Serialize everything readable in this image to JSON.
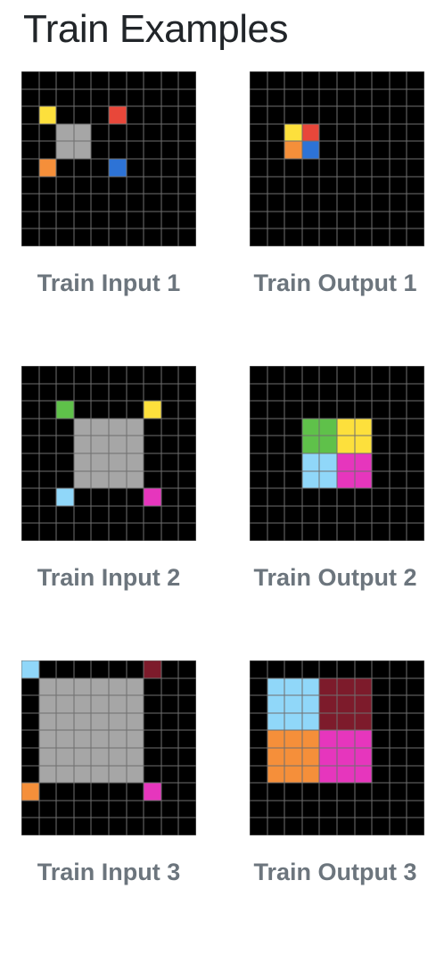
{
  "title": "Train Examples",
  "palette": {
    "0": "#000000",
    "3": "#5fc14a",
    "4": "#fde03c",
    "5": "#a6a6a6",
    "2": "#e8473a",
    "1": "#2d73d6",
    "6": "#e636bd",
    "7": "#f58f3a",
    "8": "#90d7f9",
    "9": "#7d1b2b"
  },
  "examples": [
    {
      "input_label": "Train Input 1",
      "output_label": "Train Output 1",
      "input": [
        [
          0,
          0,
          0,
          0,
          0,
          0,
          0,
          0,
          0,
          0
        ],
        [
          0,
          0,
          0,
          0,
          0,
          0,
          0,
          0,
          0,
          0
        ],
        [
          0,
          4,
          0,
          0,
          0,
          2,
          0,
          0,
          0,
          0
        ],
        [
          0,
          0,
          5,
          5,
          0,
          0,
          0,
          0,
          0,
          0
        ],
        [
          0,
          0,
          5,
          5,
          0,
          0,
          0,
          0,
          0,
          0
        ],
        [
          0,
          7,
          0,
          0,
          0,
          1,
          0,
          0,
          0,
          0
        ],
        [
          0,
          0,
          0,
          0,
          0,
          0,
          0,
          0,
          0,
          0
        ],
        [
          0,
          0,
          0,
          0,
          0,
          0,
          0,
          0,
          0,
          0
        ],
        [
          0,
          0,
          0,
          0,
          0,
          0,
          0,
          0,
          0,
          0
        ],
        [
          0,
          0,
          0,
          0,
          0,
          0,
          0,
          0,
          0,
          0
        ]
      ],
      "output": [
        [
          0,
          0,
          0,
          0,
          0,
          0,
          0,
          0,
          0,
          0
        ],
        [
          0,
          0,
          0,
          0,
          0,
          0,
          0,
          0,
          0,
          0
        ],
        [
          0,
          0,
          0,
          0,
          0,
          0,
          0,
          0,
          0,
          0
        ],
        [
          0,
          0,
          4,
          2,
          0,
          0,
          0,
          0,
          0,
          0
        ],
        [
          0,
          0,
          7,
          1,
          0,
          0,
          0,
          0,
          0,
          0
        ],
        [
          0,
          0,
          0,
          0,
          0,
          0,
          0,
          0,
          0,
          0
        ],
        [
          0,
          0,
          0,
          0,
          0,
          0,
          0,
          0,
          0,
          0
        ],
        [
          0,
          0,
          0,
          0,
          0,
          0,
          0,
          0,
          0,
          0
        ],
        [
          0,
          0,
          0,
          0,
          0,
          0,
          0,
          0,
          0,
          0
        ],
        [
          0,
          0,
          0,
          0,
          0,
          0,
          0,
          0,
          0,
          0
        ]
      ]
    },
    {
      "input_label": "Train Input 2",
      "output_label": "Train Output 2",
      "input": [
        [
          0,
          0,
          0,
          0,
          0,
          0,
          0,
          0,
          0,
          0
        ],
        [
          0,
          0,
          0,
          0,
          0,
          0,
          0,
          0,
          0,
          0
        ],
        [
          0,
          0,
          3,
          0,
          0,
          0,
          0,
          4,
          0,
          0
        ],
        [
          0,
          0,
          0,
          5,
          5,
          5,
          5,
          0,
          0,
          0
        ],
        [
          0,
          0,
          0,
          5,
          5,
          5,
          5,
          0,
          0,
          0
        ],
        [
          0,
          0,
          0,
          5,
          5,
          5,
          5,
          0,
          0,
          0
        ],
        [
          0,
          0,
          0,
          5,
          5,
          5,
          5,
          0,
          0,
          0
        ],
        [
          0,
          0,
          8,
          0,
          0,
          0,
          0,
          6,
          0,
          0
        ],
        [
          0,
          0,
          0,
          0,
          0,
          0,
          0,
          0,
          0,
          0
        ],
        [
          0,
          0,
          0,
          0,
          0,
          0,
          0,
          0,
          0,
          0
        ]
      ],
      "output": [
        [
          0,
          0,
          0,
          0,
          0,
          0,
          0,
          0,
          0,
          0
        ],
        [
          0,
          0,
          0,
          0,
          0,
          0,
          0,
          0,
          0,
          0
        ],
        [
          0,
          0,
          0,
          0,
          0,
          0,
          0,
          0,
          0,
          0
        ],
        [
          0,
          0,
          0,
          3,
          3,
          4,
          4,
          0,
          0,
          0
        ],
        [
          0,
          0,
          0,
          3,
          3,
          4,
          4,
          0,
          0,
          0
        ],
        [
          0,
          0,
          0,
          8,
          8,
          6,
          6,
          0,
          0,
          0
        ],
        [
          0,
          0,
          0,
          8,
          8,
          6,
          6,
          0,
          0,
          0
        ],
        [
          0,
          0,
          0,
          0,
          0,
          0,
          0,
          0,
          0,
          0
        ],
        [
          0,
          0,
          0,
          0,
          0,
          0,
          0,
          0,
          0,
          0
        ],
        [
          0,
          0,
          0,
          0,
          0,
          0,
          0,
          0,
          0,
          0
        ]
      ]
    },
    {
      "input_label": "Train Input 3",
      "output_label": "Train Output 3",
      "input": [
        [
          8,
          0,
          0,
          0,
          0,
          0,
          0,
          9,
          0,
          0
        ],
        [
          0,
          5,
          5,
          5,
          5,
          5,
          5,
          0,
          0,
          0
        ],
        [
          0,
          5,
          5,
          5,
          5,
          5,
          5,
          0,
          0,
          0
        ],
        [
          0,
          5,
          5,
          5,
          5,
          5,
          5,
          0,
          0,
          0
        ],
        [
          0,
          5,
          5,
          5,
          5,
          5,
          5,
          0,
          0,
          0
        ],
        [
          0,
          5,
          5,
          5,
          5,
          5,
          5,
          0,
          0,
          0
        ],
        [
          0,
          5,
          5,
          5,
          5,
          5,
          5,
          0,
          0,
          0
        ],
        [
          7,
          0,
          0,
          0,
          0,
          0,
          0,
          6,
          0,
          0
        ],
        [
          0,
          0,
          0,
          0,
          0,
          0,
          0,
          0,
          0,
          0
        ],
        [
          0,
          0,
          0,
          0,
          0,
          0,
          0,
          0,
          0,
          0
        ]
      ],
      "output": [
        [
          0,
          0,
          0,
          0,
          0,
          0,
          0,
          0,
          0,
          0
        ],
        [
          0,
          8,
          8,
          8,
          9,
          9,
          9,
          0,
          0,
          0
        ],
        [
          0,
          8,
          8,
          8,
          9,
          9,
          9,
          0,
          0,
          0
        ],
        [
          0,
          8,
          8,
          8,
          9,
          9,
          9,
          0,
          0,
          0
        ],
        [
          0,
          7,
          7,
          7,
          6,
          6,
          6,
          0,
          0,
          0
        ],
        [
          0,
          7,
          7,
          7,
          6,
          6,
          6,
          0,
          0,
          0
        ],
        [
          0,
          7,
          7,
          7,
          6,
          6,
          6,
          0,
          0,
          0
        ],
        [
          0,
          0,
          0,
          0,
          0,
          0,
          0,
          0,
          0,
          0
        ],
        [
          0,
          0,
          0,
          0,
          0,
          0,
          0,
          0,
          0,
          0
        ],
        [
          0,
          0,
          0,
          0,
          0,
          0,
          0,
          0,
          0,
          0
        ]
      ]
    }
  ]
}
